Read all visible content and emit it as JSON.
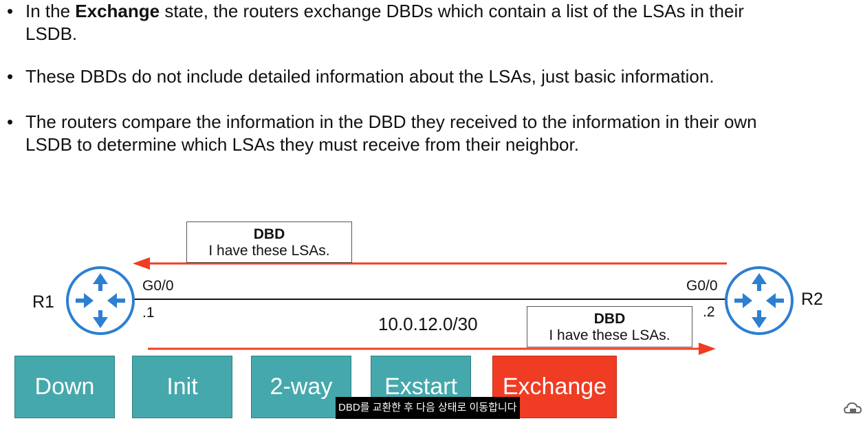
{
  "bullets": [
    {
      "prefix": "In the ",
      "bold": "Exchange",
      "suffix": " state, the routers exchange DBDs which contain a list of the LSAs in their\nLSDB."
    },
    {
      "text": "These DBDs do not include detailed information about the LSAs, just basic information."
    },
    {
      "text": "The routers compare the information in the DBD they received to the information in their own\nLSDB to determine which LSAs they must receive from their neighbor."
    }
  ],
  "bullet_symbol": "•",
  "dbd_top": {
    "title": "DBD",
    "subtitle": "I have these LSAs."
  },
  "dbd_bottom": {
    "title": "DBD",
    "subtitle": "I have these LSAs."
  },
  "routers": {
    "r1": {
      "name": "R1",
      "interface": "G0/0",
      "ip": ".1"
    },
    "r2": {
      "name": "R2",
      "interface": "G0/0",
      "ip": ".2"
    }
  },
  "subnet": "10.0.12.0/30",
  "states": [
    {
      "label": "Down",
      "active": false
    },
    {
      "label": "Init",
      "active": false
    },
    {
      "label": "2-way",
      "active": false
    },
    {
      "label": "Exstart",
      "active": false
    },
    {
      "label": "Exchange",
      "active": true
    }
  ],
  "caption": "DBD를 교환한 후 다음 상태로 이동합니다",
  "colors": {
    "arrow": "#f03c23",
    "router": "#2d7fd1",
    "state": "#45a8ac",
    "state_active": "#f03c23"
  },
  "icons": {
    "router": "router-icon",
    "corner": "cloud-icon"
  }
}
